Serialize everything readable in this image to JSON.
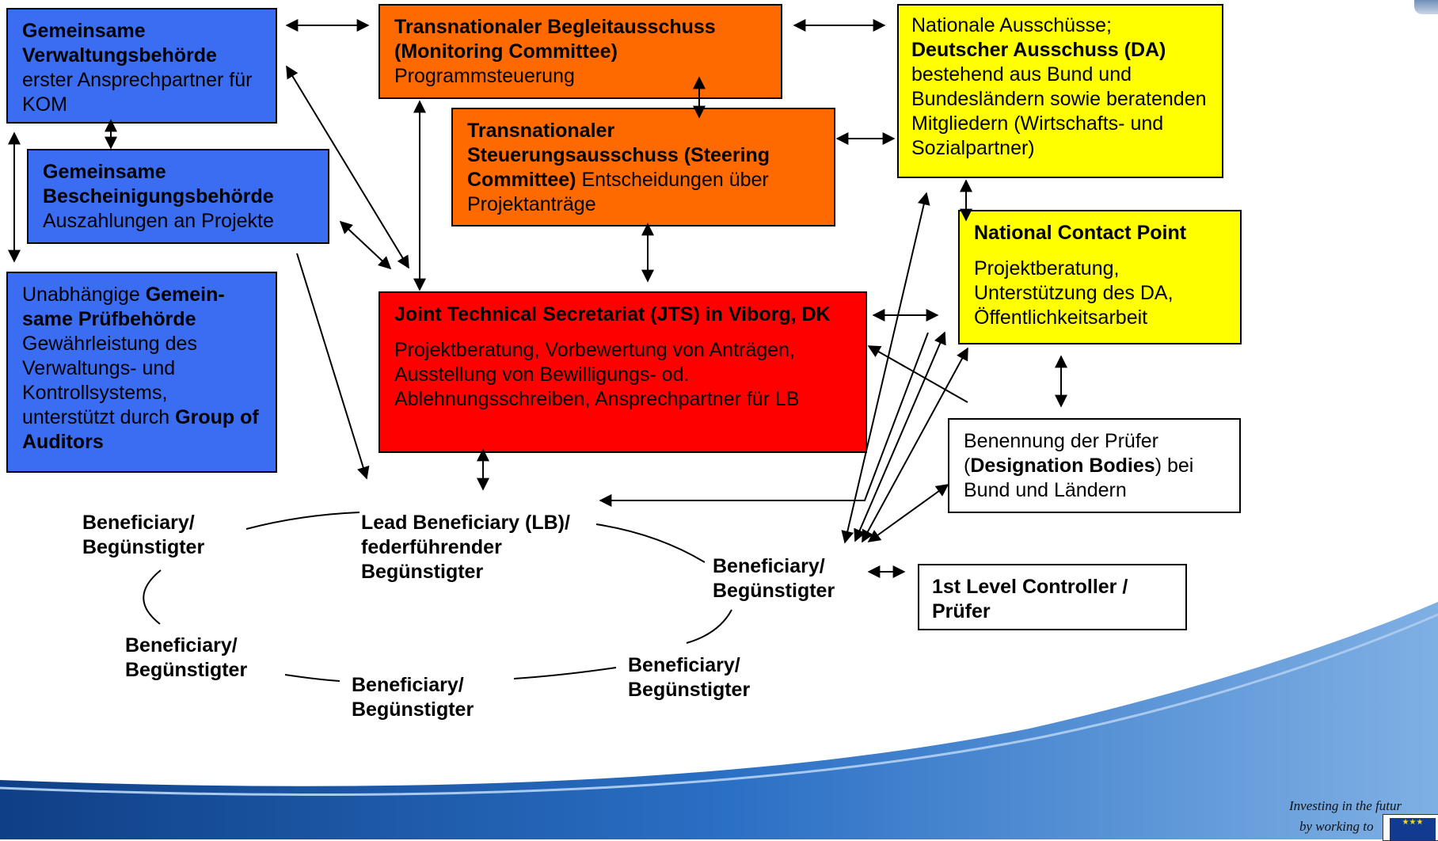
{
  "boxes": {
    "managing_authority": {
      "bold": "Gemeinsame Verwaltungsbehörde",
      "rest": " erster Ansprechpartner für KOM"
    },
    "certifying_authority": {
      "bold": "Gemeinsame Bescheinigungsbehörde",
      "rest": " Auszahlungen an Projekte"
    },
    "audit_authority": {
      "pre": "Unabhängige ",
      "bold": "Gemein-same Prüfbehörde",
      "mid": " Gewährleistung des Verwaltungs- und Kontrollsystems, unterstützt durch ",
      "bold2": "Group of Auditors"
    },
    "monitoring_committee": {
      "bold": "Transnationaler Begleitausschuss (Monitoring Committee)",
      "rest": "Programmsteuerung"
    },
    "steering_committee": {
      "bold": "Transnationaler Steuerungsausschuss (Steering Committee)",
      "rest": " Entscheidungen über Projektanträge"
    },
    "jts": {
      "bold": "Joint Technical  Secretariat (JTS) in Viborg, DK",
      "rest": "Projektberatung, Vorbewertung von Anträgen, Ausstellung von Bewilligungs- od. Ablehnungsschreiben, Ansprechpartner für LB"
    },
    "national_committees": {
      "pre": "Nationale Ausschüsse;",
      "bold": "Deutscher Ausschuss (DA)",
      "rest": "bestehend aus Bund und Bundesländern sowie beratenden Mitgliedern (Wirtschafts- und Sozialpartner)"
    },
    "ncp": {
      "bold": "National Contact Point",
      "rest": "Projektberatung, Unterstützung des DA, Öffentlichkeitsarbeit"
    },
    "designation": {
      "pre": "Benennung der Prüfer (",
      "bold": "Designation Bodies",
      "rest": ") bei Bund und Ländern"
    },
    "controller": {
      "bold": "1st Level Controller / Prüfer"
    }
  },
  "labels": {
    "lead": "Lead Beneficiary (LB)/ federführender Begünstigter",
    "ben_left": "Beneficiary/ Begünstigter",
    "ben_right": "Beneficiary/ Begünstigter",
    "ben_bottom_left": "Beneficiary/ Begünstigter",
    "ben_bottom_mid": "Beneficiary/ Begünstigter",
    "ben_bottom_right": "Beneficiary/ Begünstigter"
  },
  "footer": {
    "line1": "Investing in the futur",
    "line2": "by working to"
  },
  "colors": {
    "blue": "#3b6df2",
    "orange": "#ff6a00",
    "red": "#ff0000",
    "yellow": "#ffff00",
    "footer_blue": "#1f5fb0"
  }
}
